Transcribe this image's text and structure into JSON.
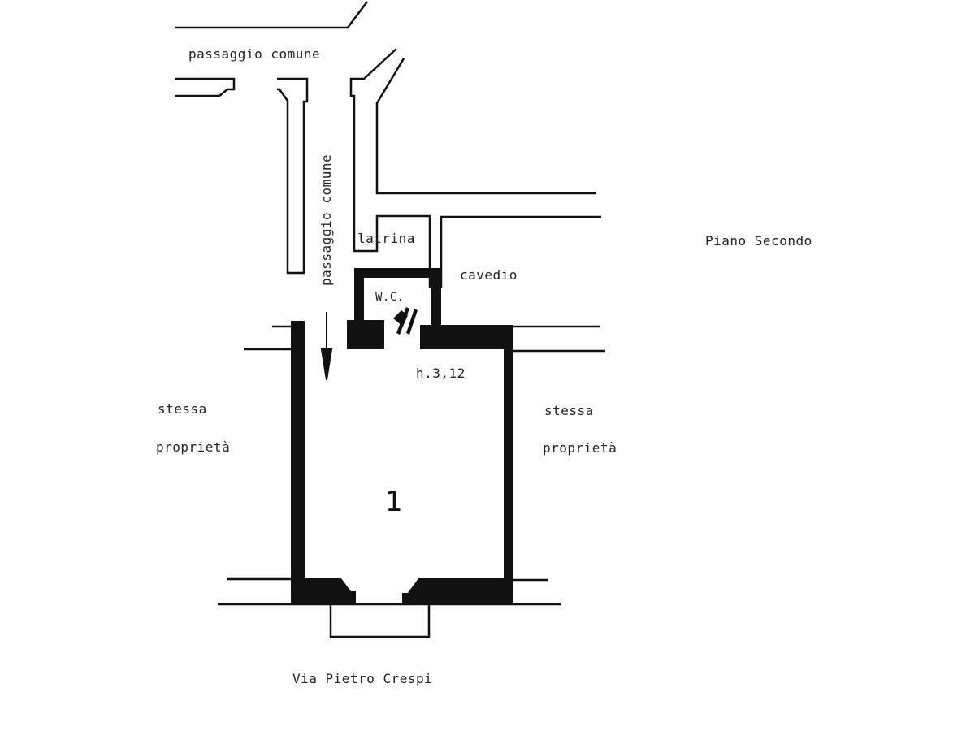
{
  "labels": {
    "passage_horizontal": "passaggio comune",
    "passage_vertical": "passaggio comune",
    "latrina": "latrina",
    "cavedio": "cavedio",
    "wc": "W.C.",
    "height": "h.3,12",
    "floor": "Piano Secondo",
    "left_property_1": "stessa",
    "left_property_2": "proprietà",
    "right_property_1": "stessa",
    "right_property_2": "proprietà",
    "unit_number": "1",
    "street": "Via Pietro Crespi"
  }
}
